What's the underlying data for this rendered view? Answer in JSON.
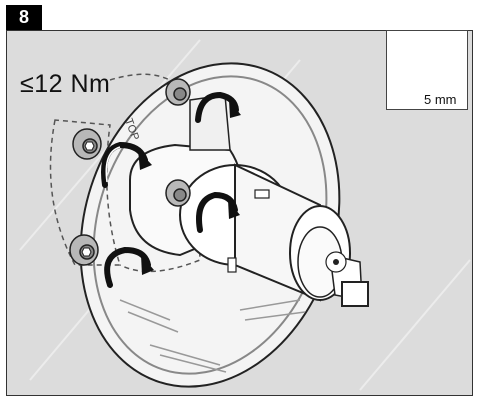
{
  "step": {
    "number": "8"
  },
  "torque": {
    "label": "≤12 Nm"
  },
  "tool": {
    "size_label": "5 mm",
    "icon": "hex-key-icon"
  },
  "figure": {
    "description_icons": [
      "hex-screw-icon",
      "rotate-clockwise-arrow-icon",
      "cartridge-icon"
    ],
    "flange_text": "TOP"
  },
  "colors": {
    "background": "#dcdcdc",
    "badge": "#000000",
    "line": "#222222"
  }
}
